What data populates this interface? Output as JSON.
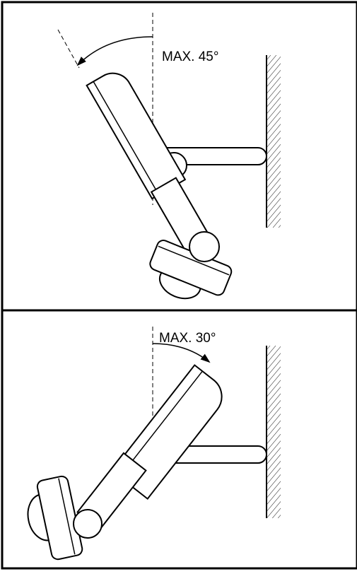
{
  "panels": [
    {
      "id": "top",
      "angle_label": "MAX. 45°",
      "max_tilt_deg": 45
    },
    {
      "id": "bottom",
      "angle_label": "MAX. 30°",
      "max_tilt_deg": 30
    }
  ]
}
